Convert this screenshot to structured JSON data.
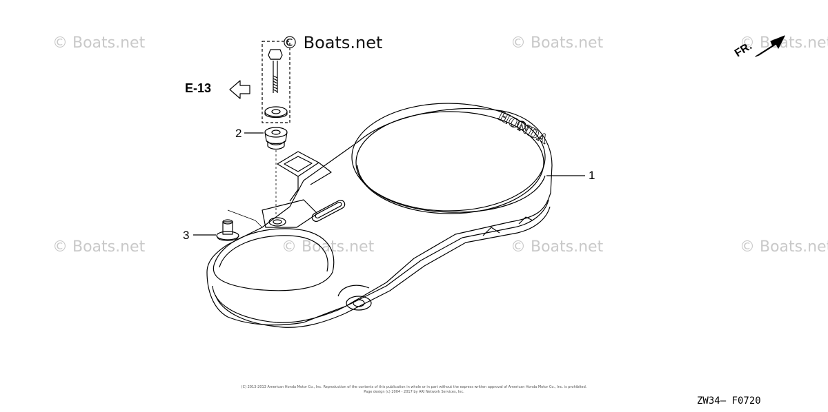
{
  "watermarks": {
    "w1": "© Boats.net",
    "w2": "© Boats.net",
    "w3": "© Boats.net",
    "w4": "© Boats.net",
    "w5": "© Boats.net",
    "w6": "© Boats.net",
    "w7": "© Boats.net",
    "main": "© Boats.net"
  },
  "reference": {
    "label": "E-13"
  },
  "direction": {
    "label": "FR."
  },
  "cover_embossed_text": "HONDA",
  "callouts": {
    "part1": "1",
    "part2": "2",
    "part3": "3"
  },
  "footer": {
    "copyright_line1": "(C) 2013-2013 American Honda Motor Co., Inc. Reproduction of the contents of this publication in whole or in part without the express written approval of American Honda Motor Co., Inc. is prohibited.",
    "copyright_line2": "Page design (c) 2004 - 2017 by ARI Network Services, Inc.",
    "diagram_code": "ZW34— F0720"
  },
  "colors": {
    "line": "#000000",
    "watermark": "#c9c9c9"
  }
}
